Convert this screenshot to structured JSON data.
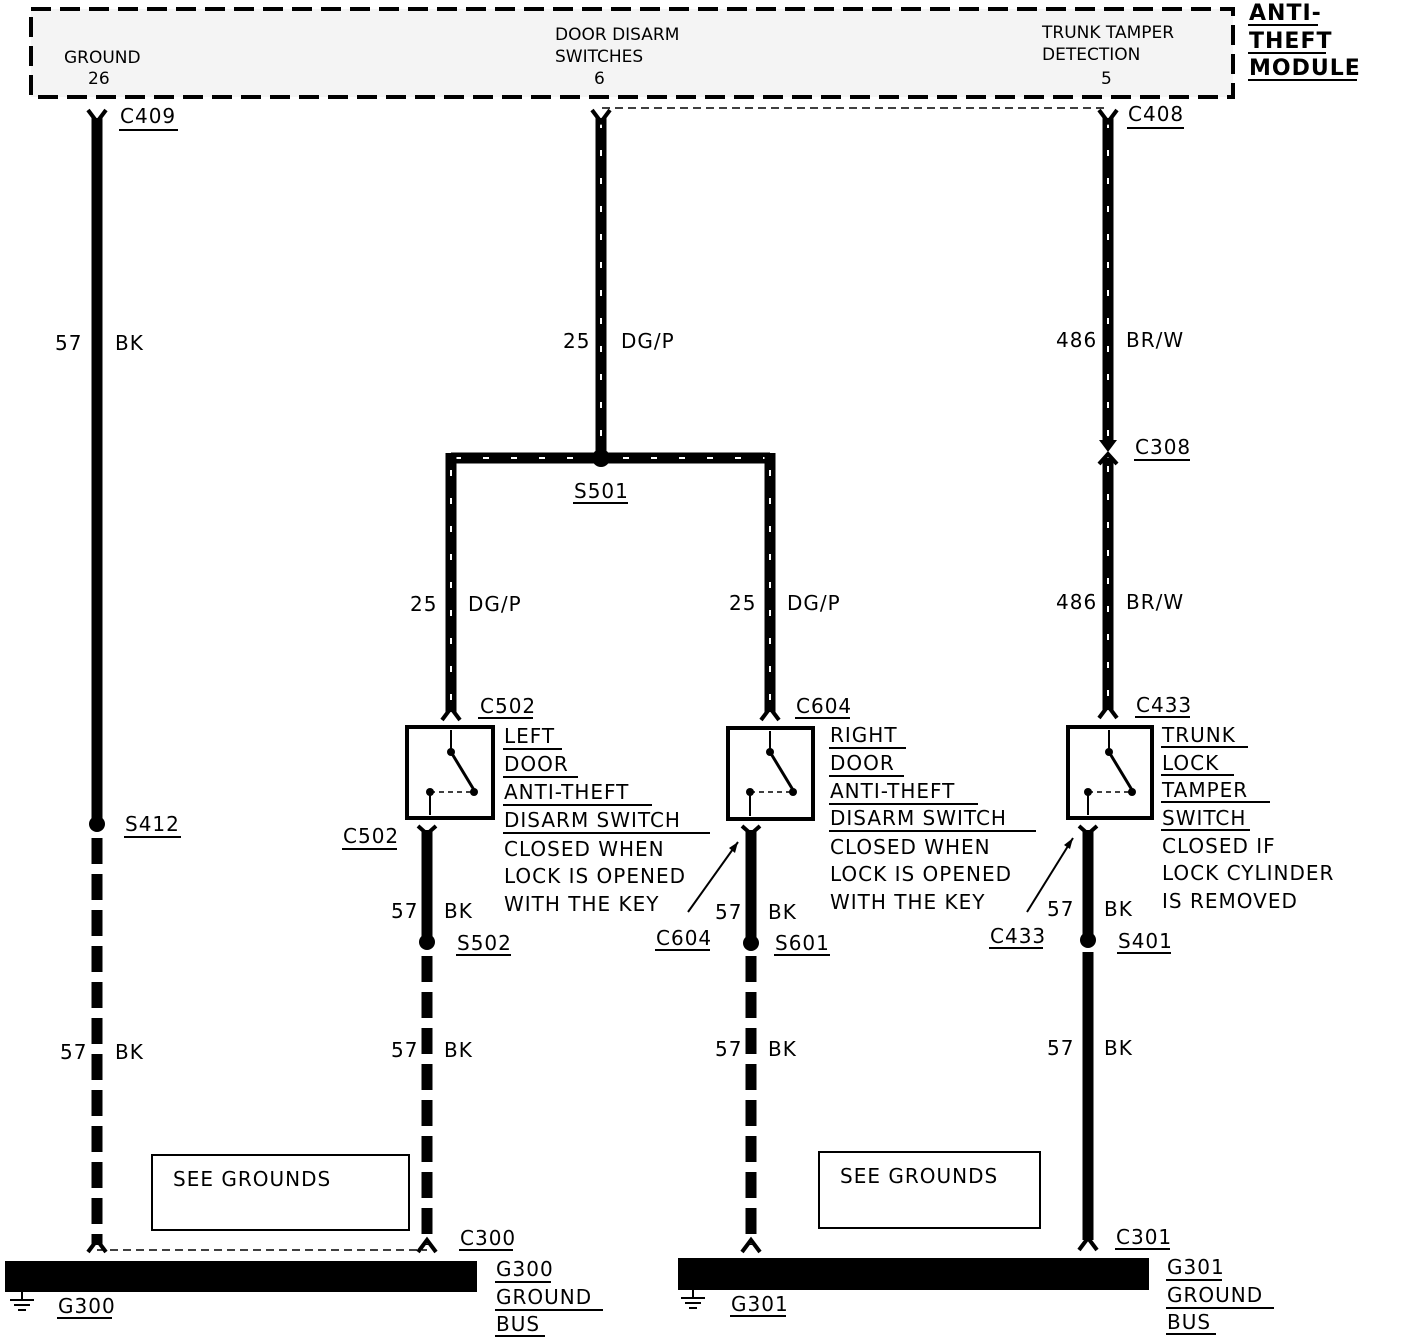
{
  "module": {
    "title_lines": [
      "ANTI-",
      "THEFT",
      "MODULE"
    ],
    "pins": [
      {
        "name": "GROUND",
        "number": "26"
      },
      {
        "name_lines": [
          "DOOR DISARM",
          "SWITCHES"
        ],
        "number": "6"
      },
      {
        "name_lines": [
          "TRUNK TAMPER",
          "DETECTION"
        ],
        "number": "5"
      }
    ]
  },
  "connectors": {
    "c409": "C409",
    "c408": "C408",
    "c308": "C308",
    "c502_top": "C502",
    "c502_bottom": "C502",
    "c604_top": "C604",
    "c604_arrow": "C604",
    "c433_top": "C433",
    "c433_arrow": "C433",
    "c300": "C300",
    "c301": "C301"
  },
  "splices": {
    "s501": "S501",
    "s412": "S412",
    "s502": "S502",
    "s601": "S601",
    "s401": "S401"
  },
  "wires": {
    "ground_top": {
      "circuit": "57",
      "color": "BK"
    },
    "ground_bot": {
      "circuit": "57",
      "color": "BK"
    },
    "door_main": {
      "circuit": "25",
      "color": "DG/P"
    },
    "door_left": {
      "circuit": "25",
      "color": "DG/P"
    },
    "door_right": {
      "circuit": "25",
      "color": "DG/P"
    },
    "trunk_top": {
      "circuit": "486",
      "color": "BR/W"
    },
    "trunk_bot": {
      "circuit": "486",
      "color": "BR/W"
    },
    "left_sw_gnd1": {
      "circuit": "57",
      "color": "BK"
    },
    "left_sw_gnd2": {
      "circuit": "57",
      "color": "BK"
    },
    "right_sw_gnd1": {
      "circuit": "57",
      "color": "BK"
    },
    "right_sw_gnd2": {
      "circuit": "57",
      "color": "BK"
    },
    "trunk_gnd1": {
      "circuit": "57",
      "color": "BK"
    },
    "trunk_gnd2": {
      "circuit": "57",
      "color": "BK"
    }
  },
  "switches": {
    "left": {
      "name_lines": [
        "LEFT",
        "DOOR",
        "ANTI-THEFT",
        "DISARM SWITCH"
      ],
      "desc_lines": [
        "CLOSED WHEN",
        "LOCK IS OPENED",
        "WITH THE KEY"
      ]
    },
    "right": {
      "name_lines": [
        "RIGHT",
        "DOOR",
        "ANTI-THEFT",
        "DISARM SWITCH"
      ],
      "desc_lines": [
        "CLOSED WHEN",
        "LOCK IS OPENED",
        "WITH THE KEY"
      ]
    },
    "trunk": {
      "name_lines": [
        "TRUNK",
        "LOCK",
        "TAMPER",
        "SWITCH"
      ],
      "desc_lines": [
        "CLOSED IF",
        "LOCK CYLINDER",
        "IS REMOVED"
      ]
    }
  },
  "notes": {
    "see_grounds_left": "SEE GROUNDS",
    "see_grounds_right": "SEE GROUNDS"
  },
  "ground_buses": {
    "left": {
      "symbol_label": "G300",
      "name_lines": [
        "G300",
        "GROUND",
        "BUS"
      ]
    },
    "right": {
      "symbol_label": "G301",
      "name_lines": [
        "G301",
        "GROUND",
        "BUS"
      ]
    }
  }
}
